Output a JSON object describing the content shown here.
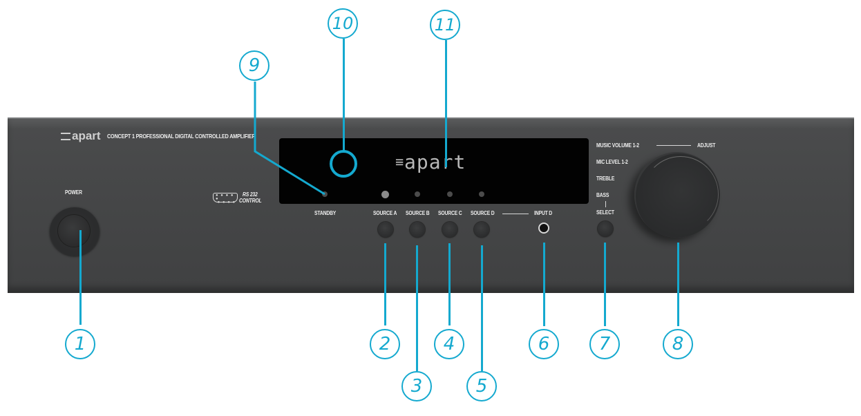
{
  "device": {
    "brand": "apart",
    "model_title": "CONCEPT 1  PROFESSIONAL DIGITAL CONTROLLED AMPLIFIER",
    "display_logo": "apart",
    "panel_color": "#454647",
    "callout_color": "#14a9cf"
  },
  "labels": {
    "power": "POWER",
    "rs232_line1": "RS 232",
    "rs232_line2": "CONTROL",
    "standby": "STANDBY",
    "source_a": "SOURCE A",
    "source_b": "SOURCE B",
    "source_c": "SOURCE C",
    "source_d": "SOURCE D",
    "input_d": "INPUT D",
    "music_volume": "MUSIC VOLUME  1-2",
    "adjust": "ADJUST",
    "mic_level": "MIC LEVEL 1-2",
    "treble": "TREBLE",
    "bass": "BASS",
    "select": "SELECT"
  },
  "callouts": [
    {
      "number": "1",
      "target": "power-button"
    },
    {
      "number": "2",
      "target": "source-a-button"
    },
    {
      "number": "3",
      "target": "source-b-button"
    },
    {
      "number": "4",
      "target": "source-c-button"
    },
    {
      "number": "5",
      "target": "source-d-button"
    },
    {
      "number": "6",
      "target": "input-d-jack"
    },
    {
      "number": "7",
      "target": "select-button"
    },
    {
      "number": "8",
      "target": "adjust-knob"
    },
    {
      "number": "9",
      "target": "standby-led"
    },
    {
      "number": "10",
      "target": "ir-receiver"
    },
    {
      "number": "11",
      "target": "display"
    }
  ]
}
